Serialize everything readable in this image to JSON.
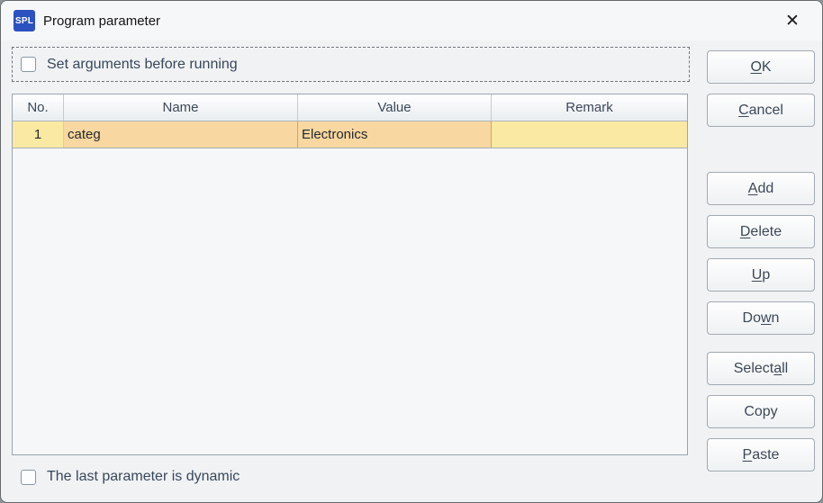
{
  "window": {
    "title": "Program parameter",
    "app_icon_text": "SPL",
    "close_icon": "✕"
  },
  "top_checkbox": {
    "label": "Set arguments before running",
    "checked": false
  },
  "bottom_checkbox": {
    "label": "The last parameter is dynamic",
    "checked": false
  },
  "table": {
    "columns": [
      "No.",
      "Name",
      "Value",
      "Remark"
    ],
    "rows": [
      {
        "no": "1",
        "name": "categ",
        "value": "Electronics",
        "remark": ""
      }
    ]
  },
  "buttons": [
    {
      "name": "ok",
      "label": "OK",
      "mnemonic": "O"
    },
    {
      "name": "cancel",
      "label": "Cancel",
      "mnemonic": "C"
    },
    {
      "name": "add",
      "label": "Add",
      "mnemonic": "A"
    },
    {
      "name": "delete",
      "label": "Delete",
      "mnemonic": "D"
    },
    {
      "name": "up",
      "label": "Up",
      "mnemonic": "U"
    },
    {
      "name": "down",
      "label": "Down",
      "mnemonic": "w"
    },
    {
      "name": "select_all",
      "label": "Select all",
      "mnemonic": "a"
    },
    {
      "name": "copy",
      "label": "Copy",
      "mnemonic": null
    },
    {
      "name": "paste",
      "label": "Paste",
      "mnemonic": "P"
    }
  ],
  "colors": {
    "app_icon_bg": "#2b52c0",
    "row_yellow": "#fae9a2",
    "cell_selected_orange": "#f8d7a0"
  }
}
